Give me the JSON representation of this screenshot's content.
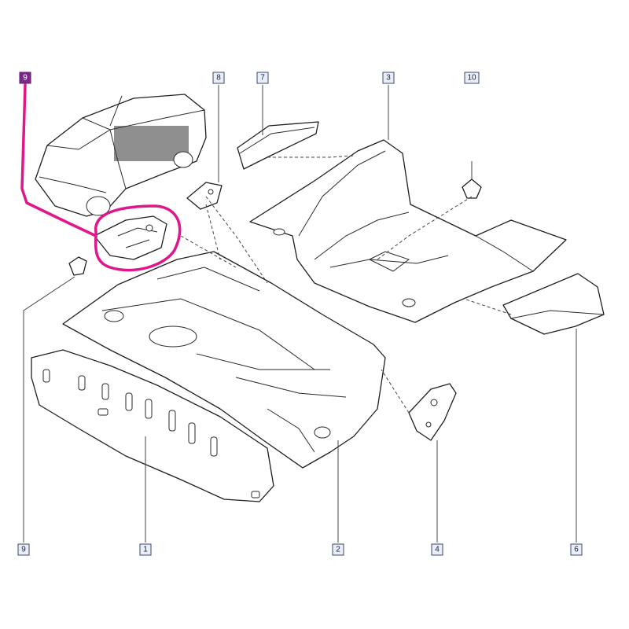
{
  "callouts": [
    {
      "id": "c9_top",
      "label": "9"
    },
    {
      "id": "c8",
      "label": "8"
    },
    {
      "id": "c7",
      "label": "7"
    },
    {
      "id": "c3",
      "label": "3"
    },
    {
      "id": "c10",
      "label": "10"
    },
    {
      "id": "c9_bottom",
      "label": "9"
    },
    {
      "id": "c1",
      "label": "1"
    },
    {
      "id": "c2",
      "label": "2"
    },
    {
      "id": "c4",
      "label": "4"
    },
    {
      "id": "c6",
      "label": "6"
    }
  ],
  "colors": {
    "highlight": "#e0178c",
    "callout_fill": "#e9eef8",
    "callout_stroke": "#3a4a70",
    "line": "#1f1f1f"
  }
}
